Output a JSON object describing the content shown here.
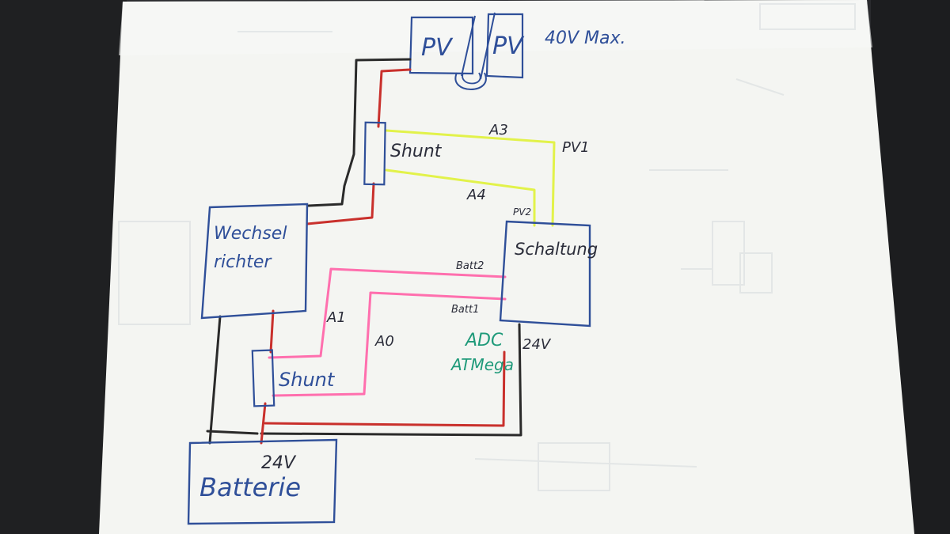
{
  "diagram": {
    "pv_panels": [
      "PV",
      "PV"
    ],
    "pv_max_note": "40V Max.",
    "shunt_top_label": "Shunt",
    "shunt_bottom_label": "Shunt",
    "inverter_label_line1": "Wechsel",
    "inverter_label_line2": "richter",
    "controller_label": "Schaltung",
    "battery_label": "Batterie",
    "battery_voltage": "24V",
    "controller_supply_voltage": "24V",
    "controller_chip_line1": "ADC",
    "controller_chip_line2": "ATMega",
    "pins": {
      "a3": "A3",
      "a4": "A4",
      "pv1": "PV1",
      "pv2": "PV2",
      "batt2": "Batt2",
      "batt1": "Batt1",
      "a1": "A1",
      "a0": "A0"
    },
    "colors": {
      "paper": "#f4f5f2",
      "ink_blue": "#2f4f99",
      "wire_black": "#2a2a2a",
      "wire_red": "#c9302c",
      "wire_yellow": "#e2f24a",
      "wire_pink": "#ff6fae",
      "ink_green": "#1f9a7a"
    }
  }
}
